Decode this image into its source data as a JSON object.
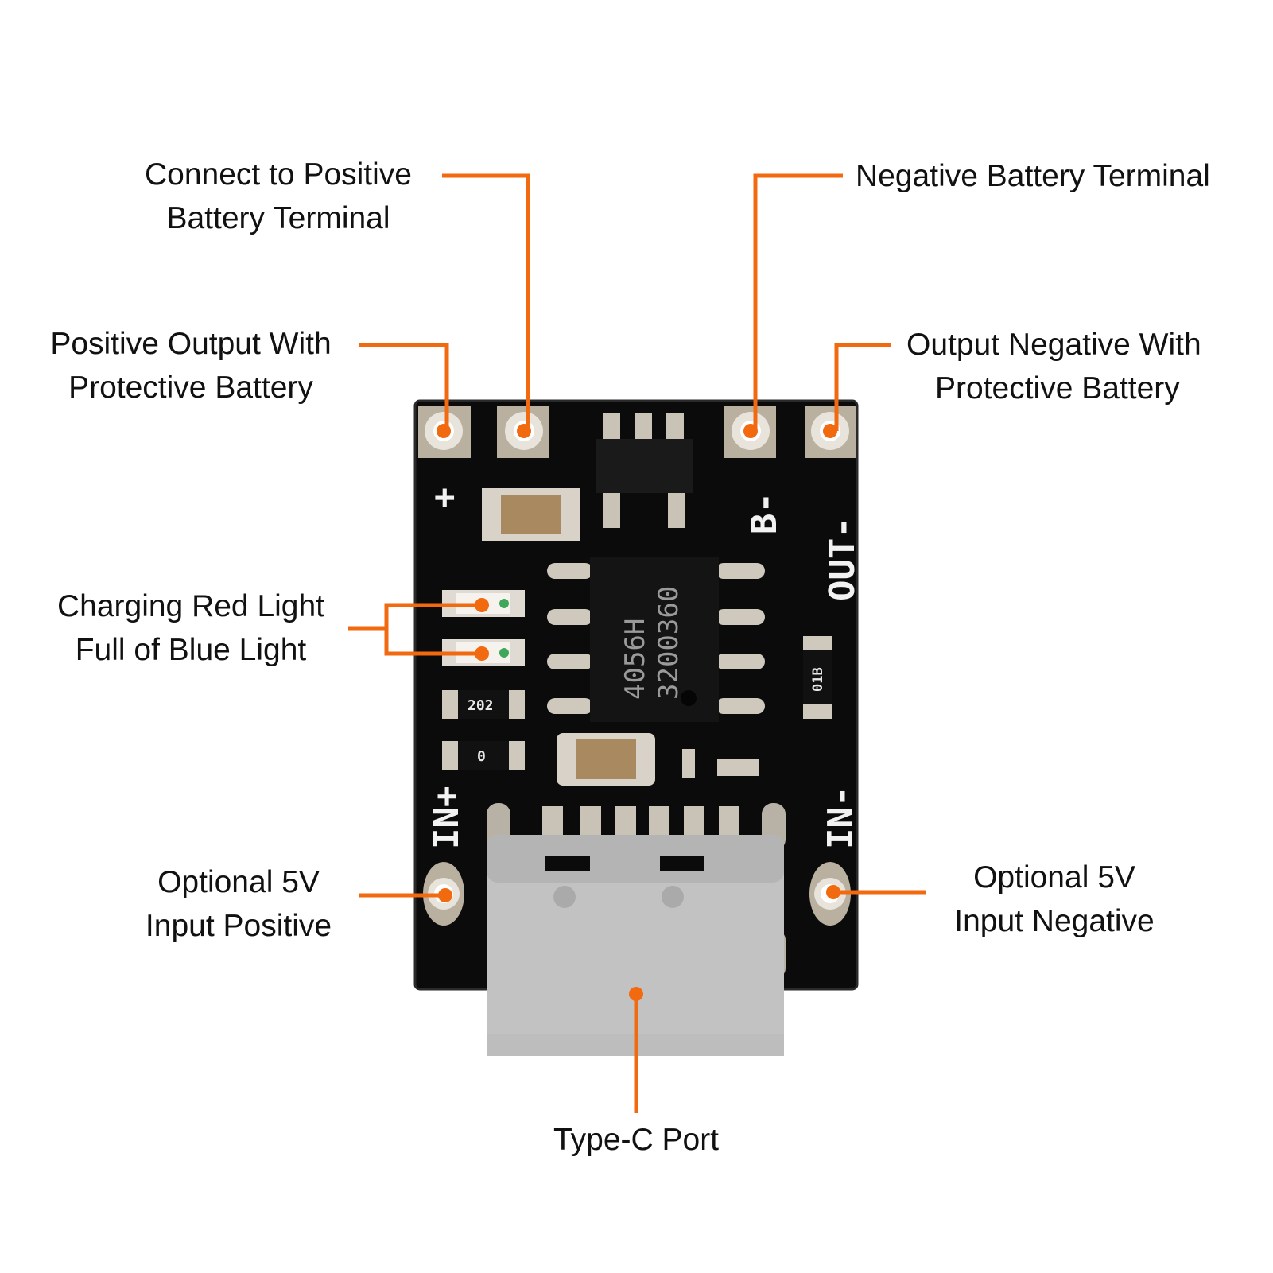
{
  "accent_color": "#f26a10",
  "board_color": "#0b0b0b",
  "labels": {
    "connect_positive": [
      "Connect to Positive",
      "Battery Terminal"
    ],
    "negative_battery": [
      "Negative Battery Terminal"
    ],
    "positive_output": [
      "Positive Output With",
      "Protective Battery"
    ],
    "output_negative": [
      "Output Negative With",
      "Protective Battery"
    ],
    "charging_lights": [
      "Charging Red Light",
      "Full of Blue Light"
    ],
    "input_positive": [
      "Optional 5V",
      "Input Positive"
    ],
    "input_negative": [
      "Optional 5V",
      "Input Negative"
    ],
    "typec": [
      "Type-C Port"
    ]
  },
  "silkscreen": {
    "plus": "+",
    "b_minus": "B-",
    "out_minus": "OUT-",
    "in_plus": "IN+",
    "in_minus": "IN-"
  },
  "chip": {
    "line1": "4056H",
    "line2": "3200360"
  },
  "resistors": {
    "r1": "202",
    "r2": "0",
    "r3": "01B"
  }
}
